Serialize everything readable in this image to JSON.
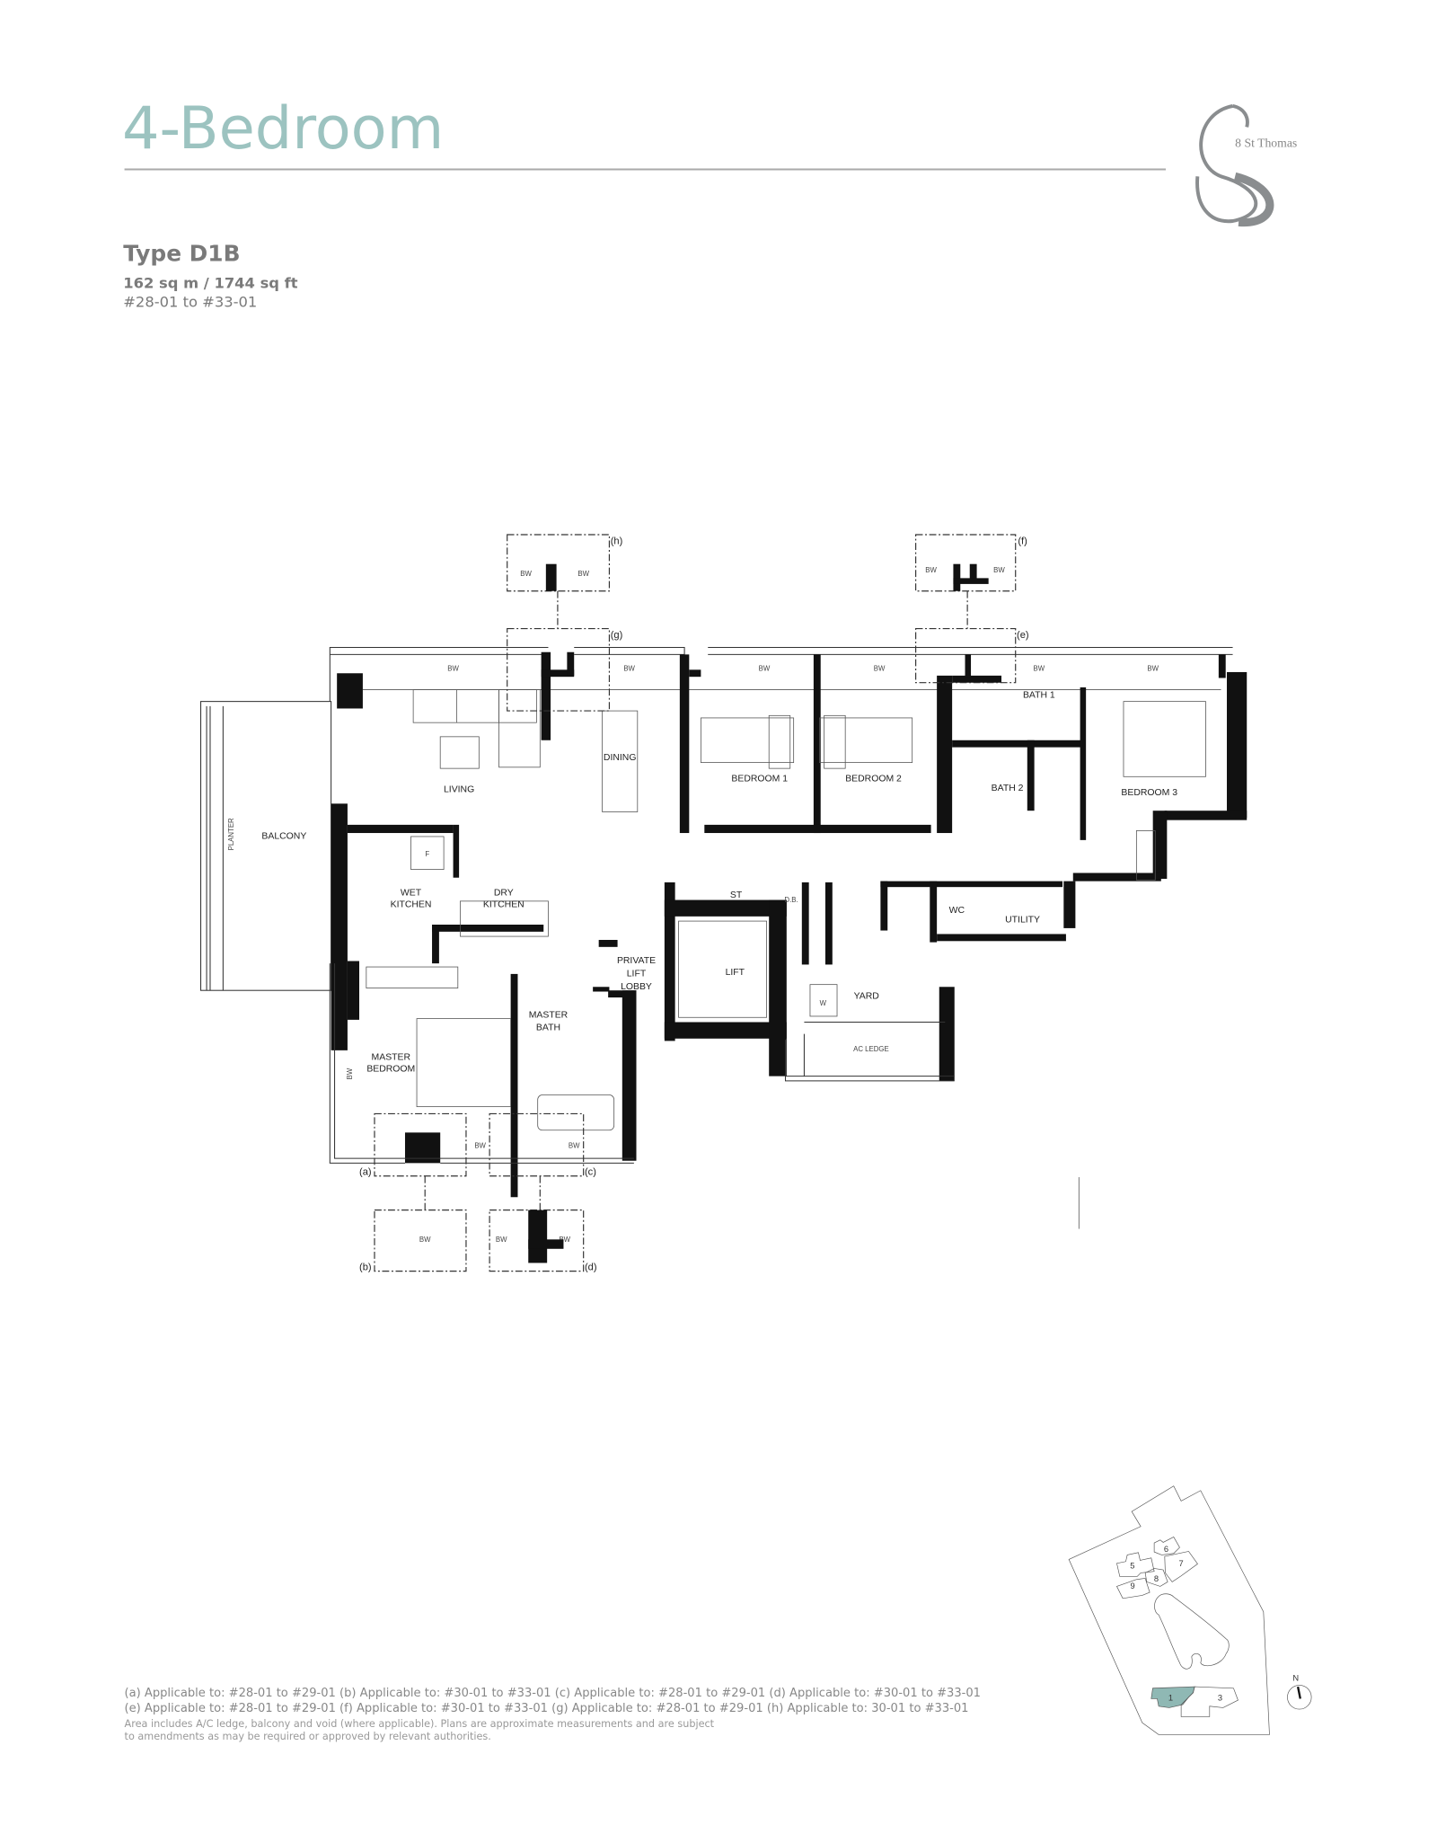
{
  "header": {
    "title": "4-Bedroom",
    "logo_text": "8 St Thomas",
    "type": "Type D1B",
    "area": "162 sq m / 1744 sq ft",
    "units": "#28-01 to #33-01"
  },
  "colors": {
    "accent": "#9cc3c0",
    "highlight_block": "#8fb8b4"
  },
  "plan": {
    "rooms": {
      "living": "LIVING",
      "dining": "DINING",
      "balcony": "BALCONY",
      "planter": "PLANTER",
      "bedroom1": "BEDROOM 1",
      "bedroom2": "BEDROOM 2",
      "bedroom3": "BEDROOM 3",
      "bath1": "BATH 1",
      "bath2": "BATH 2",
      "wet_kitchen_1": "WET",
      "wet_kitchen_2": "KITCHEN",
      "dry_kitchen_1": "DRY",
      "dry_kitchen_2": "KITCHEN",
      "master_bedroom_1": "MASTER",
      "master_bedroom_2": "BEDROOM",
      "master_bath_1": "MASTER",
      "master_bath_2": "BATH",
      "lobby_1": "PRIVATE",
      "lobby_2": "LIFT",
      "lobby_3": "LOBBY",
      "lift": "LIFT",
      "st": "ST",
      "db": "D.B.",
      "yard": "YARD",
      "ac_ledge": "AC LEDGE",
      "wc": "WC",
      "utility": "UTILITY",
      "w": "W",
      "f": "F"
    },
    "bw": "BW",
    "markers": {
      "a": "(a)",
      "b": "(b)",
      "c": "(c)",
      "d": "(d)",
      "e": "(e)",
      "f": "(f)",
      "g": "(g)",
      "h": "(h)"
    }
  },
  "notes": {
    "line1": "(a) Applicable to: #28-01 to #29-01   (b) Applicable to: #30-01 to #33-01   (c) Applicable to: #28-01 to #29-01   (d) Applicable to: #30-01 to #33-01",
    "line2": "(e) Applicable to: #28-01 to #29-01   (f) Applicable to: #30-01 to #33-01   (g) Applicable to: #28-01 to #29-01   (h) Applicable to: 30-01 to #33-01",
    "line3": "Area includes A/C ledge, balcony and void (where applicable). Plans are approximate measurements and are subject",
    "line4": "to amendments as may be required or approved by relevant authorities."
  },
  "site_plan": {
    "blocks": [
      "1",
      "3",
      "5",
      "6",
      "7",
      "8",
      "9"
    ],
    "highlighted_block": "1",
    "north": "N"
  }
}
